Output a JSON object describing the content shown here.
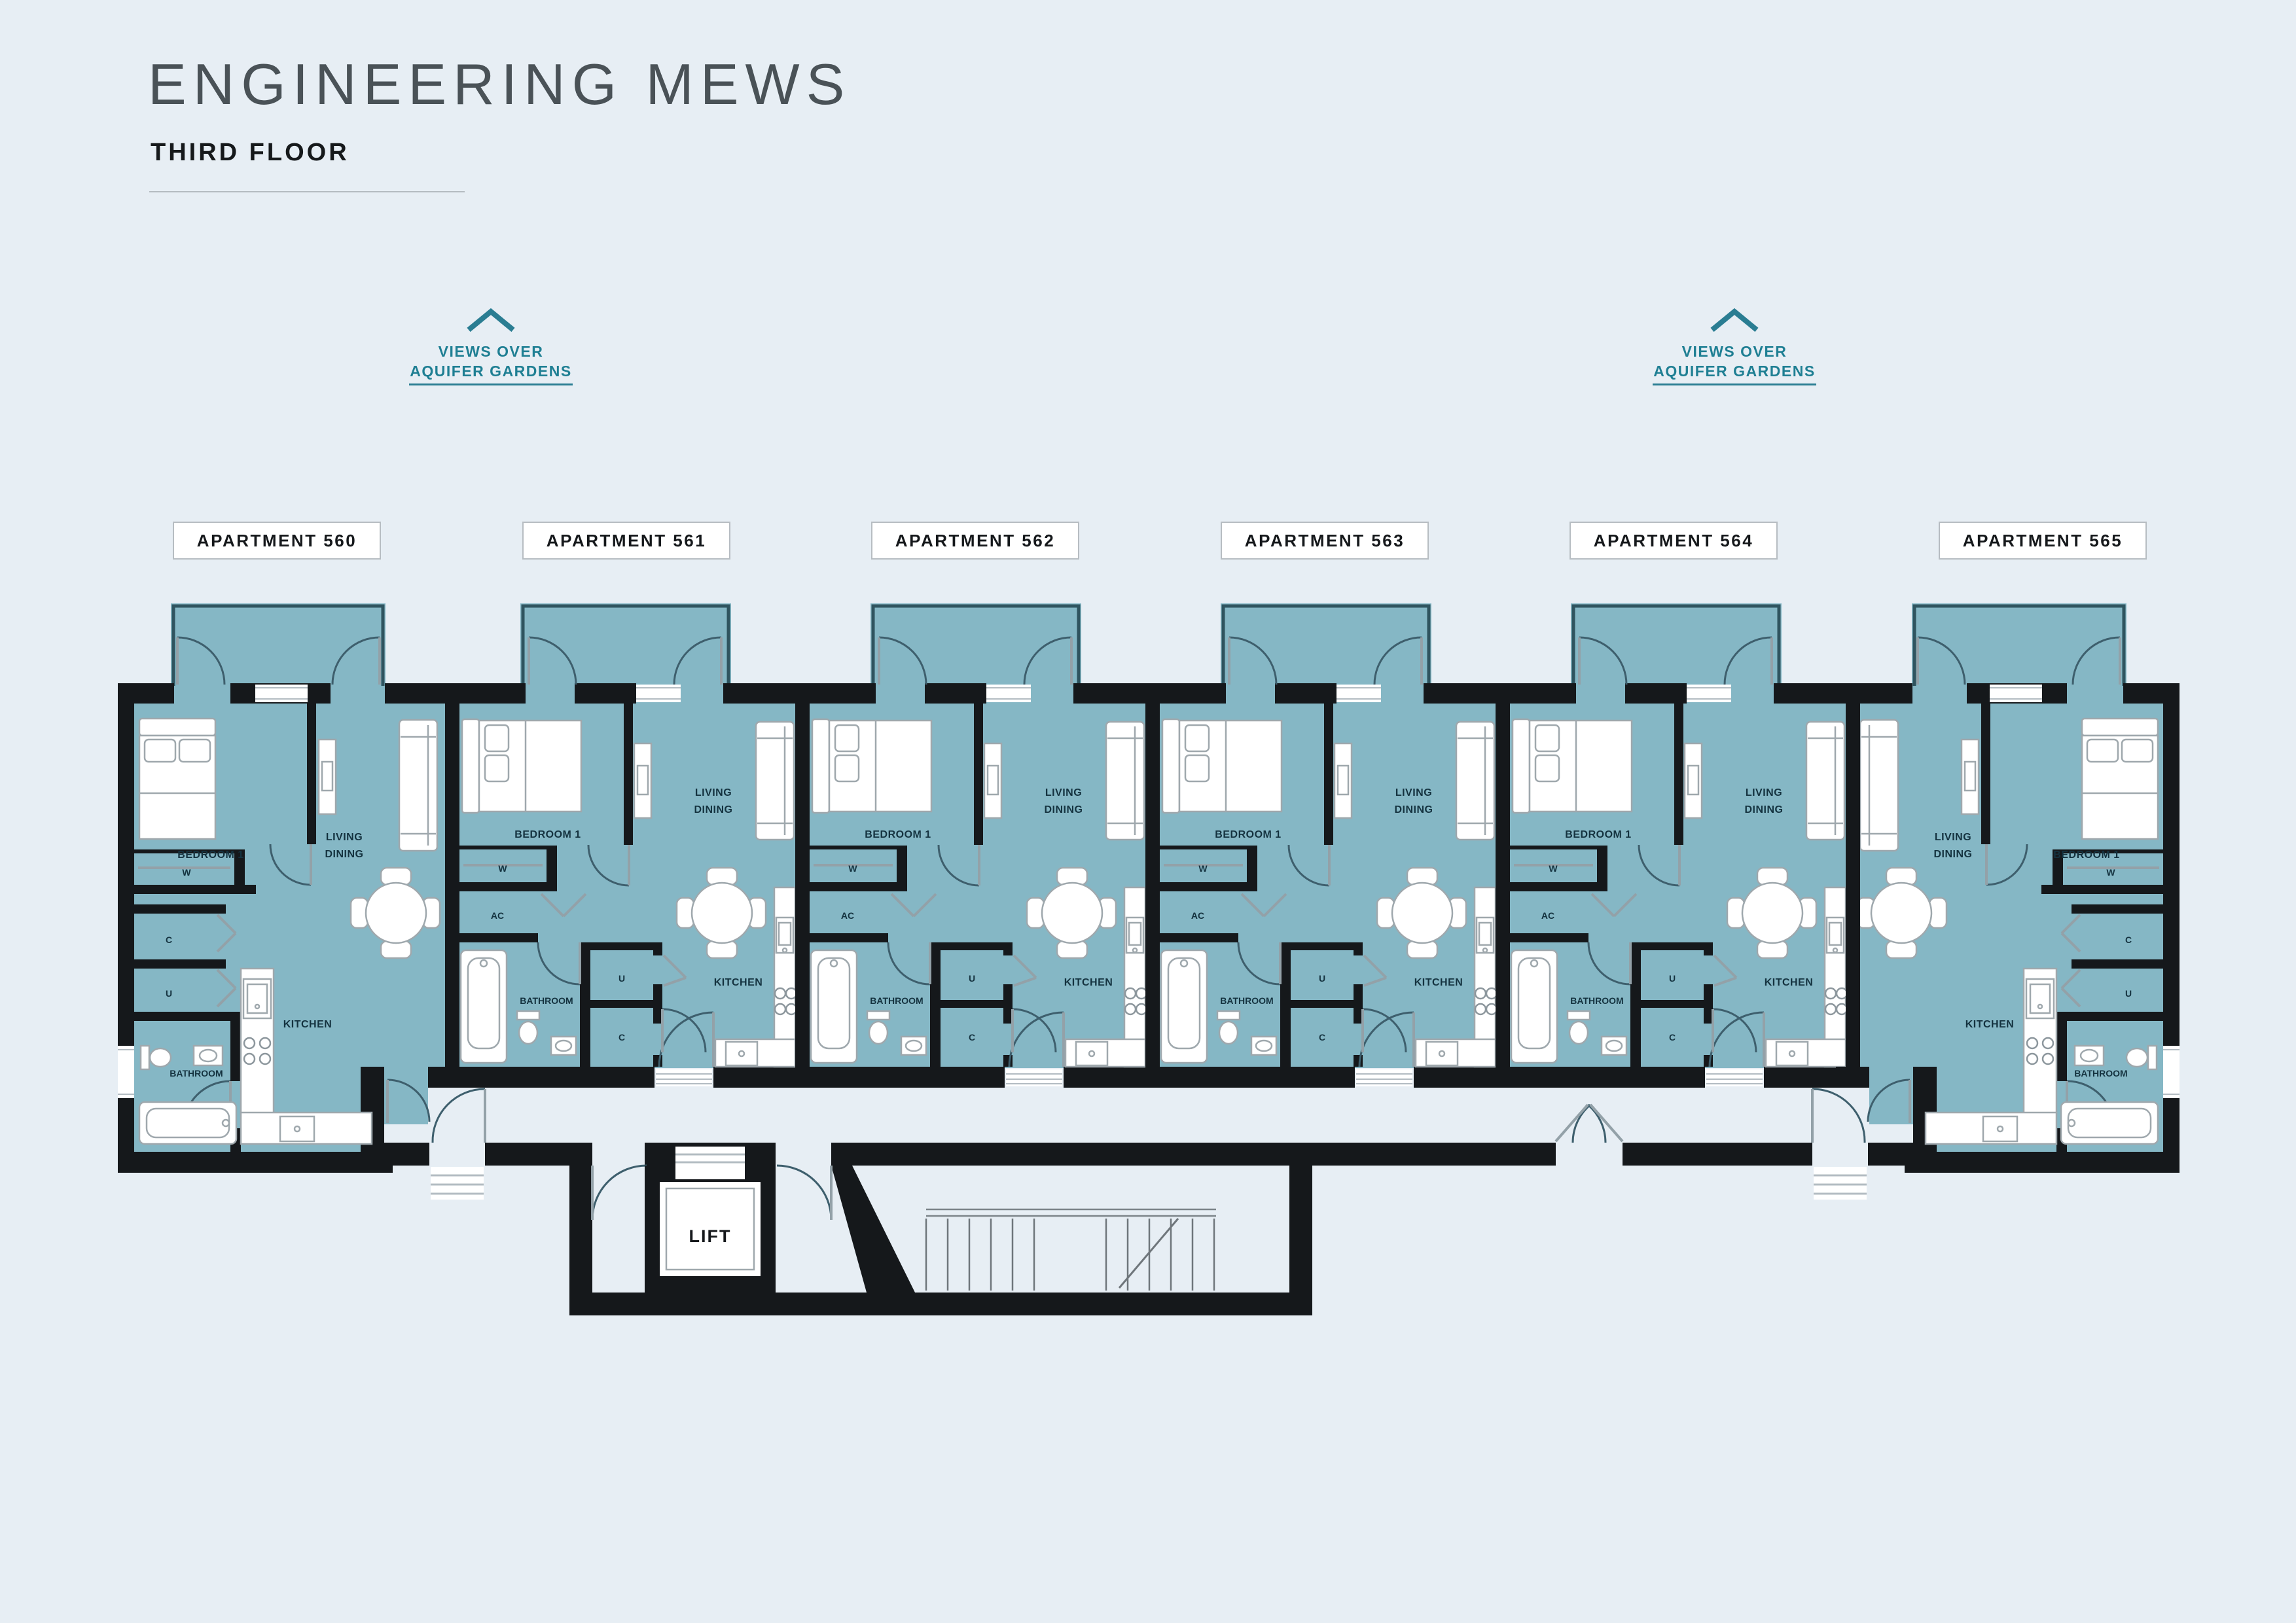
{
  "header": {
    "title": "ENGINEERING MEWS",
    "subtitle": "THIRD FLOOR"
  },
  "view_marker": {
    "line1": "VIEWS OVER",
    "line2": "AQUIFER GARDENS"
  },
  "apartments": [
    {
      "label": "APARTMENT 560"
    },
    {
      "label": "APARTMENT 561"
    },
    {
      "label": "APARTMENT 562"
    },
    {
      "label": "APARTMENT 563"
    },
    {
      "label": "APARTMENT 564"
    },
    {
      "label": "APARTMENT 565"
    }
  ],
  "rooms": {
    "bedroom": "BEDROOM 1",
    "living_line1": "LIVING",
    "living_line2": "DINING",
    "kitchen": "KITCHEN",
    "bathroom": "BATHROOM",
    "wardrobe": "W",
    "cupboard": "C",
    "utility": "U",
    "ac": "AC"
  },
  "lift": {
    "label": "LIFT"
  },
  "colors": {
    "background": "#e7eef4",
    "room_fill": "#85b7c5",
    "wall": "#15181b",
    "accent_teal": "#217f93",
    "label_text": "#14323f"
  }
}
